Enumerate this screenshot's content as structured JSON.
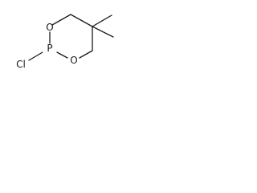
{
  "molecule": {
    "atoms": {
      "o_upper": "O",
      "o_lower": "O",
      "phosphorus": "P",
      "chlorine": "Cl"
    },
    "colors": {
      "bond": "#1a1a1a",
      "label": "#1a1a1a",
      "background": "#ffffff"
    }
  }
}
